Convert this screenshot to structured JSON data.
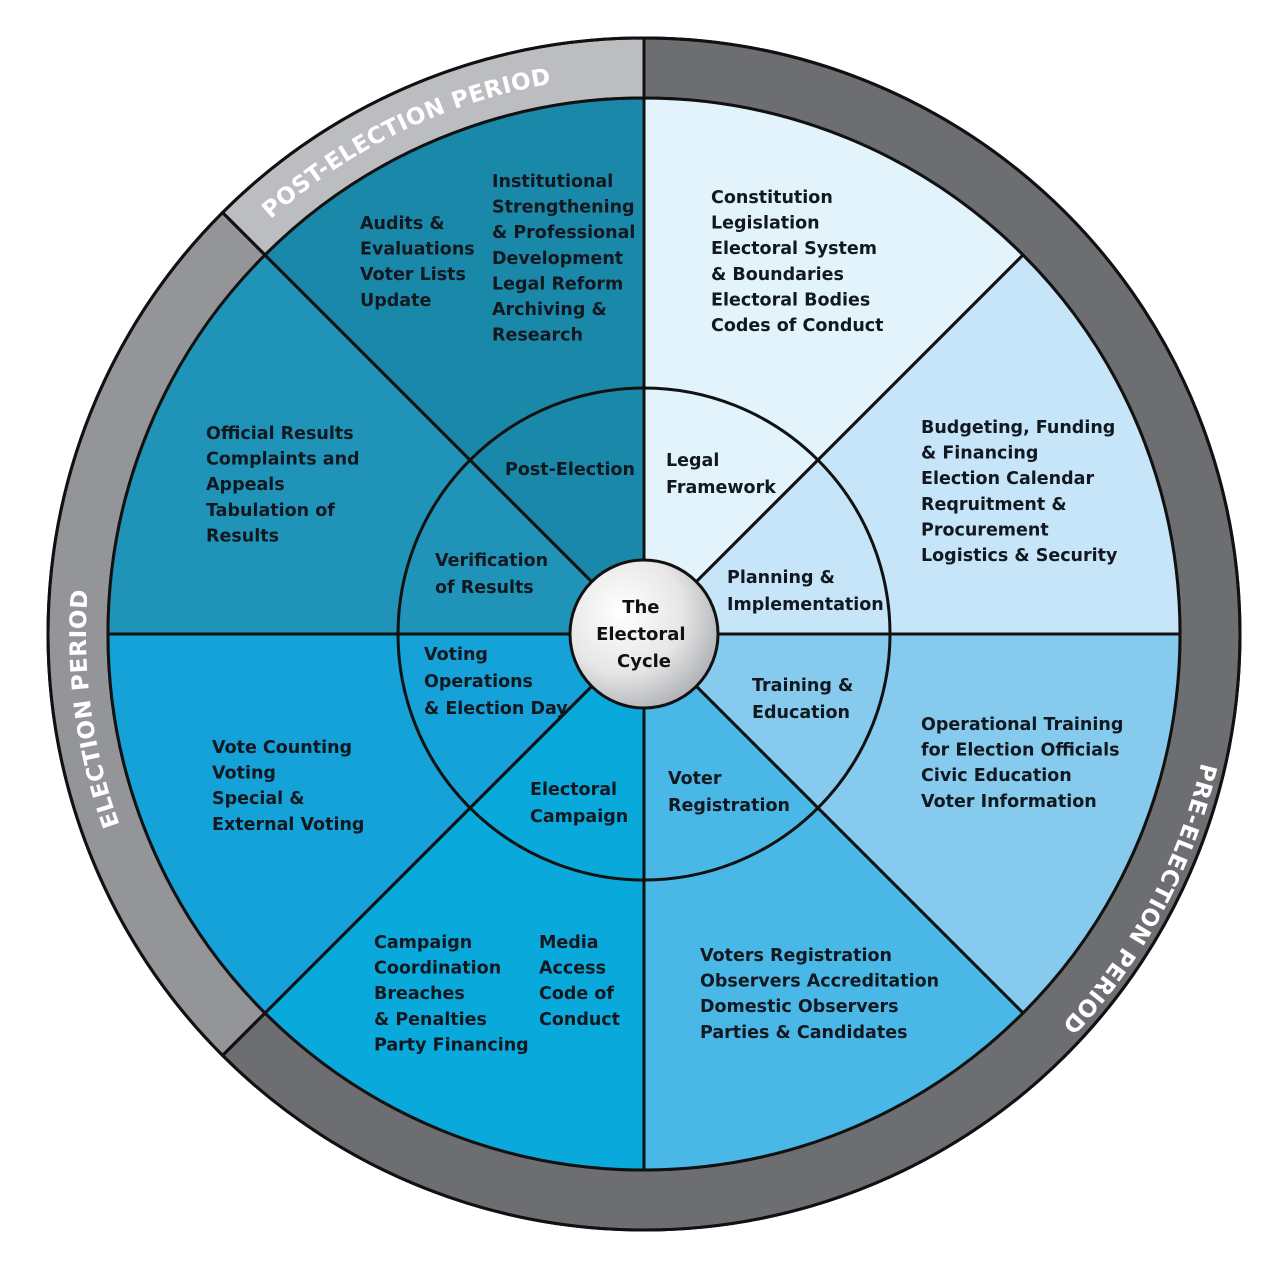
{
  "title": "The Electoral Cycle",
  "center": {
    "lines": [
      "The",
      "Electoral",
      "Cycle"
    ]
  },
  "periods": [
    {
      "label": "POST-ELECTION PERIOD",
      "color": "#bcbdc0"
    },
    {
      "label": "PRE-ELECTION PERIOD",
      "color": "#6d6e71"
    },
    {
      "label": "ELECTION PERIOD",
      "color": "#939598"
    }
  ],
  "phases": [
    {
      "name": "Legal Framework",
      "inner_lines": [
        "Legal",
        "Framework"
      ],
      "color": "#e2f3fc",
      "activities": [
        "Constitution",
        "Legislation",
        "Electoral System",
        "& Boundaries",
        "Electoral Bodies",
        "Codes of Conduct"
      ]
    },
    {
      "name": "Planning & Implementation",
      "inner_lines": [
        "Planning &",
        "Implementation"
      ],
      "color": "#c6e5f8",
      "activities": [
        "Budgeting, Funding",
        "& Financing",
        "Election Calendar",
        "Reqruitment &",
        "Procurement",
        "Logistics & Security"
      ]
    },
    {
      "name": "Training & Education",
      "inner_lines": [
        "Training &",
        "Education"
      ],
      "color": "#86cbee",
      "activities": [
        "Operational Training",
        "for Election Officials",
        "Civic Education",
        "Voter Information"
      ]
    },
    {
      "name": "Voter Registration",
      "inner_lines": [
        "Voter",
        "Registration"
      ],
      "color": "#4ab8e6",
      "activities": [
        "Voters Registration",
        "Observers Accreditation",
        "Domestic Observers",
        "Parties & Candidates"
      ]
    },
    {
      "name": "Electoral Campaign",
      "inner_lines": [
        "Electoral",
        "Campaign"
      ],
      "color": "#0aa9db",
      "activities_col1": [
        "Campaign",
        "Coordination",
        "Breaches",
        "& Penalties",
        "Party Financing"
      ],
      "activities_col2": [
        "Media",
        "Access",
        "Code of",
        "Conduct"
      ]
    },
    {
      "name": "Voting Operations & Election Day",
      "inner_lines": [
        "Voting",
        "Operations",
        "& Election Day"
      ],
      "color": "#14a2d8",
      "activities": [
        "Vote Counting",
        "Voting",
        "Special &",
        "External Voting"
      ]
    },
    {
      "name": "Verification of Results",
      "inner_lines": [
        "Verification",
        "of Results"
      ],
      "color": "#1f94b8",
      "activities": [
        "Official Results",
        "Complaints and",
        "Appeals",
        "Tabulation of",
        "Results"
      ]
    },
    {
      "name": "Post-Election",
      "inner_lines": [
        "Post-Election"
      ],
      "color": "#1a88a8",
      "activities_col1": [
        "Audits &",
        "Evaluations",
        "Voter Lists",
        "Update"
      ],
      "activities_col2": [
        "Institutional",
        "Strengthening",
        "& Professional",
        "Development",
        "Legal Reform",
        "Archiving &",
        "Research"
      ]
    }
  ]
}
